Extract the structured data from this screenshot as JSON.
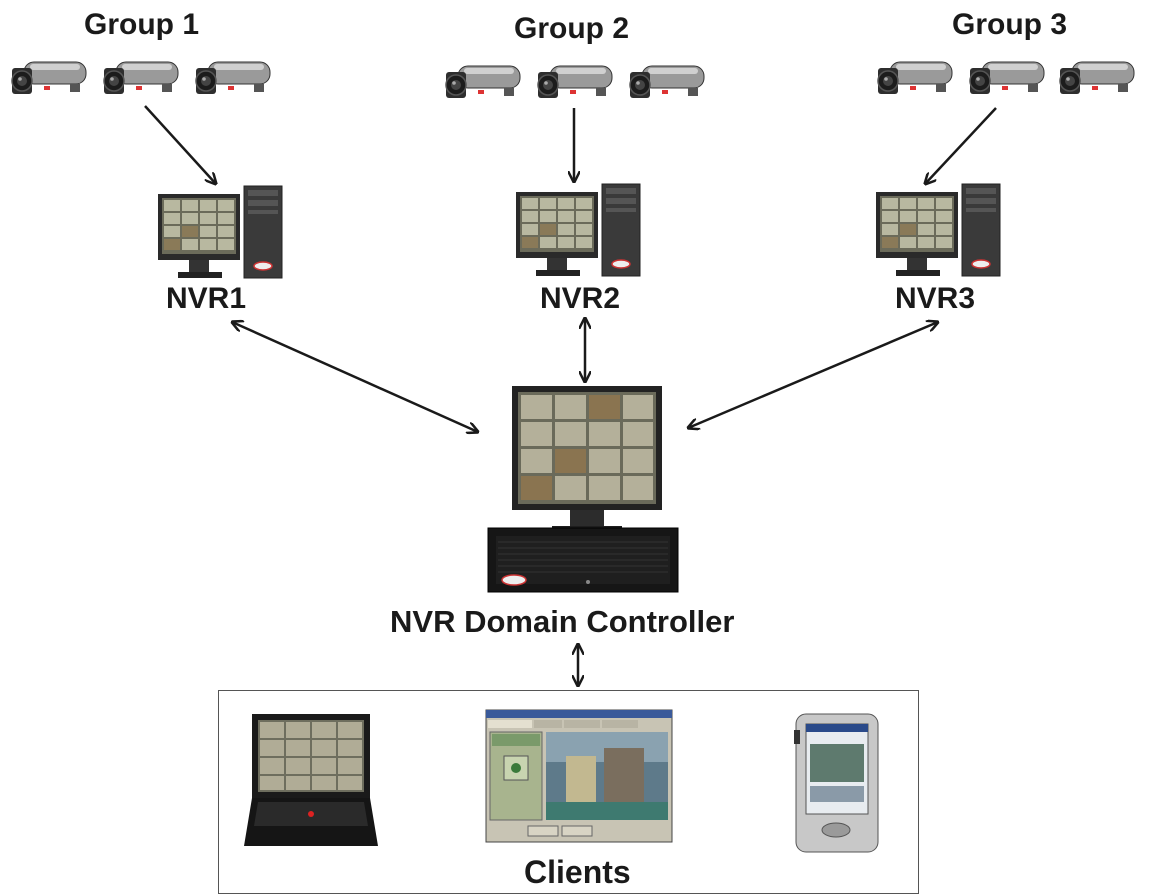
{
  "groups": [
    {
      "label": "Group 1"
    },
    {
      "label": "Group 2"
    },
    {
      "label": "Group 3"
    }
  ],
  "nvrs": [
    {
      "label": "NVR1"
    },
    {
      "label": "NVR2"
    },
    {
      "label": "NVR3"
    }
  ],
  "domain_controller": {
    "label": "NVR Domain Controller"
  },
  "clients": {
    "label": "Clients",
    "devices": [
      "laptop",
      "remote-camera-control-window",
      "pda"
    ]
  },
  "colors": {
    "arrow": "#1a1a1a",
    "text": "#1a1a1a",
    "monitor_frame": "#2a2a2a"
  }
}
